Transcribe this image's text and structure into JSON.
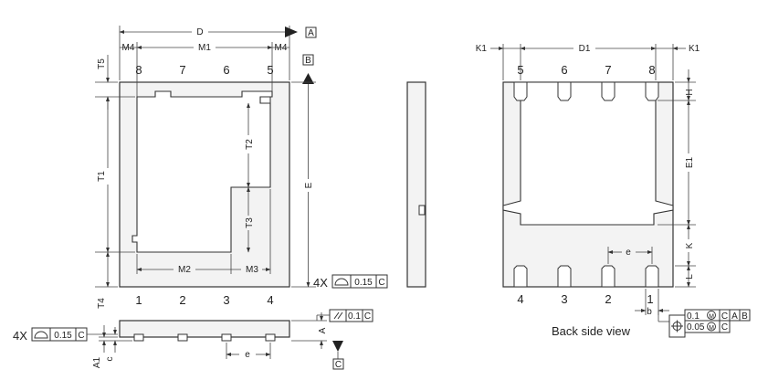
{
  "top_view": {
    "dim_D": "D",
    "dim_M4_left": "M4",
    "dim_M1": "M1",
    "dim_M4_right": "M4",
    "dim_T5": "T5",
    "dim_T1": "T1",
    "dim_T2": "T2",
    "dim_T3": "T3",
    "dim_T4": "T4",
    "dim_M2": "M2",
    "dim_M3": "M3",
    "dim_E": "E",
    "datum_A": "A",
    "datum_B": "B",
    "pins_top": [
      "8",
      "7",
      "6",
      "5"
    ],
    "pins_bottom": [
      "1",
      "2",
      "3",
      "4"
    ],
    "flatness_count": "4X",
    "flatness_value": "0.15",
    "flatness_datum": "C"
  },
  "side_view": {
    "parallel_value": "0.1",
    "parallel_datum": "C",
    "dim_A": "A",
    "dim_A1": "A1",
    "dim_c": "c",
    "dim_e": "e",
    "datum_C": "C",
    "flatness_count": "4X",
    "flatness_value": "0.15",
    "flatness_datum": "C"
  },
  "back_view": {
    "dim_K1_left": "K1",
    "dim_D1": "D1",
    "dim_K1_right": "K1",
    "dim_H": "H",
    "dim_E1": "E1",
    "dim_K": "K",
    "dim_L": "L",
    "dim_e": "e",
    "dim_b": "b",
    "pins_top": [
      "5",
      "6",
      "7",
      "8"
    ],
    "pins_bottom": [
      "4",
      "3",
      "2",
      "1"
    ],
    "position_row1": [
      "0.1",
      "C",
      "A",
      "B"
    ],
    "position_row2": [
      "0.05",
      "C"
    ],
    "caption": "Back side view"
  }
}
